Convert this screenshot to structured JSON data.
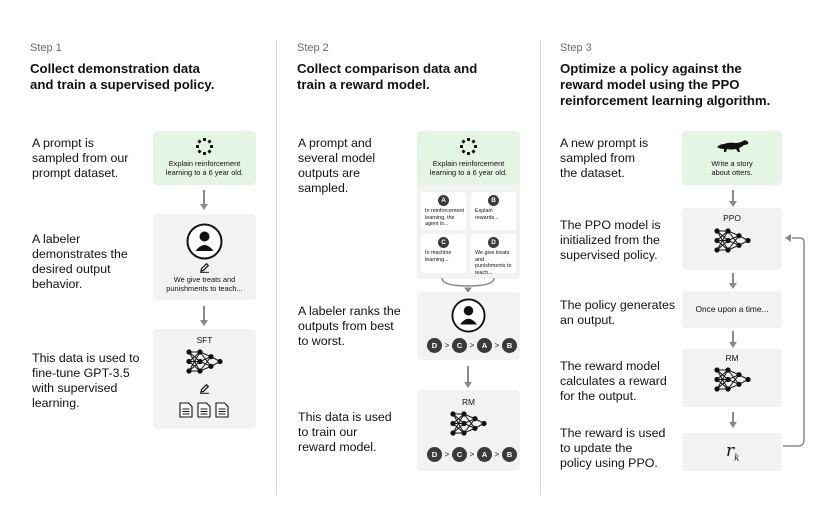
{
  "steps": [
    {
      "label": "Step 1",
      "title_lines": [
        "Collect demonstration data",
        "and train a supervised policy."
      ],
      "descriptions": [
        [
          "A prompt is",
          "sampled from our",
          "prompt dataset."
        ],
        [
          "A labeler",
          "demonstrates the",
          "desired output",
          "behavior."
        ],
        [
          "This data is used to",
          "fine-tune GPT-3.5",
          "with supervised",
          "learning."
        ]
      ],
      "prompt_lines": [
        "Explain reinforcement",
        "learning to a 6 year old."
      ],
      "demo_lines": [
        "We give treats and",
        "punishments to teach..."
      ],
      "model_label": "SFT"
    },
    {
      "label": "Step 2",
      "title_lines": [
        "Collect comparison data and",
        "train a reward model."
      ],
      "descriptions": [
        [
          "A prompt and",
          "several model",
          "outputs are",
          "sampled."
        ],
        [
          "A labeler ranks the",
          "outputs from best",
          "to worst."
        ],
        [
          "This data is used",
          "to train our",
          "reward model."
        ]
      ],
      "prompt_lines": [
        "Explain reinforcement",
        "learning to a 6 year old."
      ],
      "outputs": [
        {
          "letter": "A",
          "lines": [
            "In reinforcement",
            "learning, the",
            "agent is..."
          ]
        },
        {
          "letter": "B",
          "lines": [
            "Explain rewards..."
          ]
        },
        {
          "letter": "C",
          "lines": [
            "In machine",
            "learning..."
          ]
        },
        {
          "letter": "D",
          "lines": [
            "We give treats and",
            "punishments to",
            "teach..."
          ]
        }
      ],
      "ranking": [
        "D",
        ">",
        "C",
        ">",
        "A",
        ">",
        "B"
      ],
      "model_label": "RM"
    },
    {
      "label": "Step 3",
      "title_lines": [
        "Optimize a policy against the",
        "reward model using the PPO",
        "reinforcement learning algorithm."
      ],
      "descriptions": [
        [
          "A new prompt is",
          "sampled from",
          "the dataset."
        ],
        [
          "The PPO model is",
          "initialized from the",
          "supervised policy."
        ],
        [
          "The policy generates",
          "an output."
        ],
        [
          "The reward model",
          "calculates a reward",
          "for the output."
        ],
        [
          "The reward is used",
          "to update the",
          "policy using PPO."
        ]
      ],
      "prompt_lines": [
        "Write a story",
        "about otters."
      ],
      "ppo_label": "PPO",
      "output_text": "Once upon a time...",
      "rm_label": "RM",
      "reward_symbol": "r",
      "reward_subscript": "k"
    }
  ],
  "colors": {
    "prompt_bg": "#e5f5e3",
    "card_bg": "#f2f2f2",
    "arrow": "#8a8a8a",
    "icon": "#111111"
  }
}
